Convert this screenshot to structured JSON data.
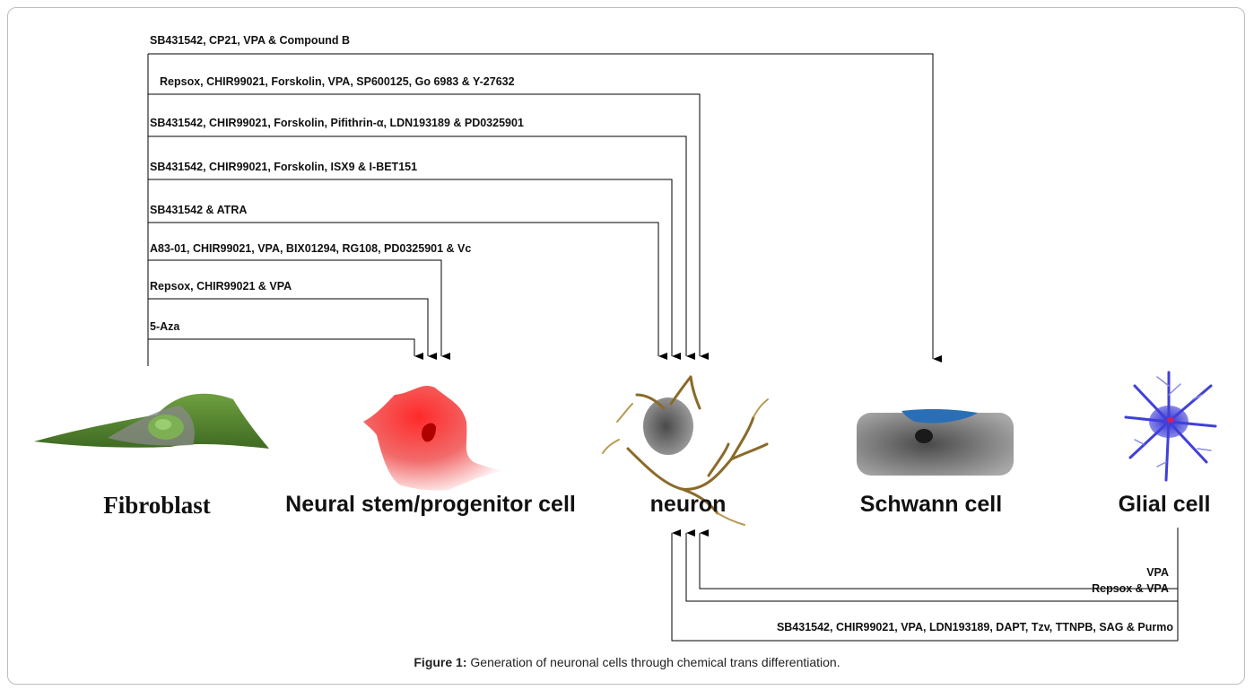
{
  "cells": {
    "fibroblast": "Fibroblast",
    "nsc": "Neural stem/progenitor cell",
    "neuron": "neuron",
    "schwann": "Schwann cell",
    "glial": "Glial cell"
  },
  "top_pathways": [
    "SB431542, CP21, VPA & Compound B",
    "Repsox, CHIR99021, Forskolin, VPA, SP600125,  Go 6983 & Y-27632",
    "SB431542, CHIR99021, Forskolin,     Pifithrin-α, LDN193189 & PD0325901",
    "SB431542, CHIR99021, Forskolin, ISX9  & I-BET151",
    "SB431542 & ATRA",
    "A83-01, CHIR99021, VPA, BIX01294, RG108, PD0325901 & Vc",
    "Repsox, CHIR99021 & VPA",
    "5-Aza"
  ],
  "bottom_pathways": [
    "VPA",
    "Repsox & VPA",
    "SB431542, CHIR99021, VPA, LDN193189, DAPT, Tzv, TTNPB, SAG & Purmo"
  ],
  "caption": {
    "label": "Figure 1:",
    "text": " Generation of neuronal cells through chemical trans differentiation."
  },
  "colors": {
    "fibroblast": "#5a8a3a",
    "nsc": "#e8202a",
    "neuron": "#8a6a2a",
    "schwann": "#6a6a6a",
    "schwann_cap": "#2a6fb5",
    "glial": "#3a3ad0"
  }
}
